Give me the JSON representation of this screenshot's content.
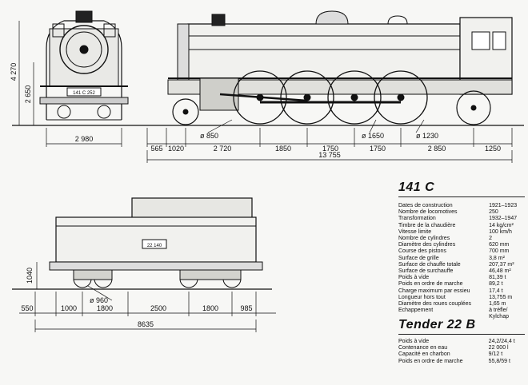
{
  "locomotive": {
    "title": "141 C",
    "front_plate": "141 C 252",
    "height_dims": [
      "4 270",
      "2 650"
    ],
    "front_width": "2 980",
    "wheel_diameters": [
      "ø 850",
      "ø 1650",
      "ø 1230"
    ],
    "axle_spacings": [
      "565",
      "1020",
      "2 720",
      "1850",
      "1750",
      "1750",
      "2 850",
      "1250"
    ],
    "overall_length": "13 755"
  },
  "locomotive_specs": [
    {
      "label": "Dates de construction",
      "value": "1921–1923"
    },
    {
      "label": "Nombre de locomotives",
      "value": "250"
    },
    {
      "label": "Transformation",
      "value": "1932–1947"
    },
    {
      "label": "Timbre de la chaudière",
      "value": "14 kg/cm²"
    },
    {
      "label": "Vitesse limite",
      "value": "100 km/h"
    },
    {
      "label": "Nombre de cylindres",
      "value": "2"
    },
    {
      "label": "Diamètre des cylindres",
      "value": "620 mm"
    },
    {
      "label": "Course des pistons",
      "value": "700 mm"
    },
    {
      "label": "Surface de grille",
      "value": "3,8 m²"
    },
    {
      "label": "Surface de chauffe totale",
      "value": "207,37 m²"
    },
    {
      "label": "Surface de surchauffe",
      "value": "46,48 m²"
    },
    {
      "label": "Poids à vide",
      "value": "81,39 t"
    },
    {
      "label": "Poids en ordre de marche",
      "value": "89,2 t"
    },
    {
      "label": "Charge maximum par essieu",
      "value": "17,4 t"
    },
    {
      "label": "Longueur hors tout",
      "value": "13,755 m"
    },
    {
      "label": "Diamètre des roues couplées",
      "value": "1,65 m"
    },
    {
      "label": "Echappement",
      "value": "à trèfle/"
    },
    {
      "label": "",
      "value": "Kylchap"
    }
  ],
  "tender": {
    "title": "Tender 22 B",
    "plate": "22 140",
    "height_dim": "1040",
    "wheel_diameter": "ø 960",
    "axle_spacings": [
      "550",
      "1000",
      "1800",
      "2500",
      "1800",
      "985"
    ],
    "overall_length": "8635"
  },
  "tender_specs": [
    {
      "label": "Poids à vide",
      "value": "24,2/24,4 t"
    },
    {
      "label": "Contenance en eau",
      "value": "22 000 l"
    },
    {
      "label": "Capacité en charbon",
      "value": "9/12 t"
    },
    {
      "label": "Poids en ordre de marche",
      "value": "55,8/59 t"
    }
  ]
}
